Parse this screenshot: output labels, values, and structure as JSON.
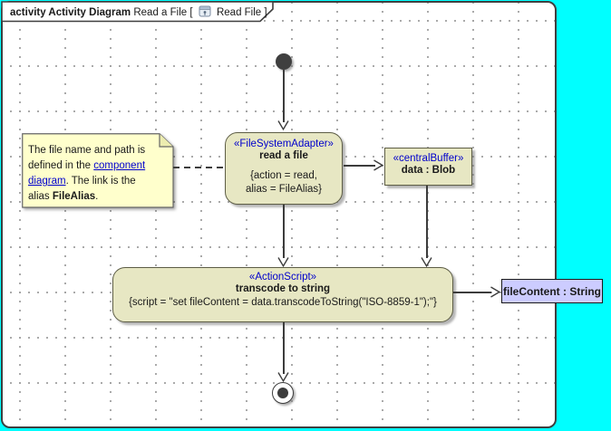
{
  "frame": {
    "title_kind": "activity Activity Diagram",
    "title_name": "Read a File [",
    "title_ref": "Read File ]"
  },
  "note": {
    "p1": "The file name and path is defined in the ",
    "link": "component diagram",
    "p2": ". The link is the alias ",
    "bold": "FileAlias",
    "p3": "."
  },
  "nodes": {
    "read_file": {
      "stereotype": "«FileSystemAdapter»",
      "name": "read a file",
      "constraint": "{action = read,\nalias = FileAlias}"
    },
    "central_buffer": {
      "stereotype": "«centralBuffer»",
      "name": "data : Blob"
    },
    "transcode": {
      "stereotype": "«ActionScript»",
      "name": "transcode to string",
      "constraint": "{script = \"set fileContent = data.transcodeToString(\"ISO-8859-1\");\"}"
    },
    "file_content": {
      "name": "fileContent : String"
    }
  },
  "colors": {
    "backdrop": "#00FFFF",
    "node_fill": "#E7E7C3",
    "note_fill": "#FFFFCC",
    "pin_fill": "#CCCCFF",
    "stereotype_text": "#0000CC",
    "link_text": "#0000CC",
    "line": "#3c3c3c"
  }
}
